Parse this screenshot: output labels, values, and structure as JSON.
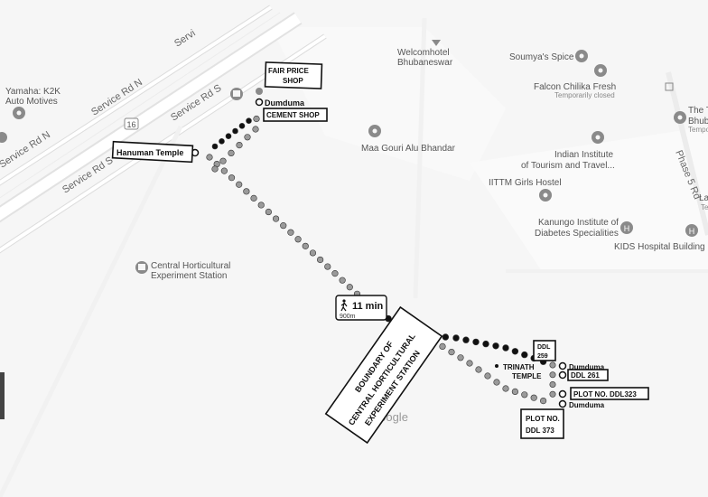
{
  "roads": {
    "service_rd_n_1": "Service Rd N",
    "service_rd_n_2": "Service Rd N",
    "service_rd_s_1": "Service Rd S",
    "service_rd_s_2": "Service Rd S",
    "service_top": "Servi",
    "highway_shield": "16",
    "phase_5_rd": "Phase 5 Rd"
  },
  "pois": {
    "yamaha_line1": "Yamaha: K2K",
    "yamaha_line2": "Auto Motives",
    "welcomhotel_line1": "Welcomhotel",
    "welcomhotel_line2": "Bhubaneswar",
    "soumya_spice": "Soumya's Spice",
    "falcon": "Falcon Chilika Fresh",
    "falcon_status": "Temporarily closed",
    "maa_gouri": "Maa Gouri Alu Bhandar",
    "iitm_line1": "Indian Institute",
    "iitm_line2": "of Tourism and Travel...",
    "iittm_hostel": "IITTM Girls Hostel",
    "kanungo_line1": "Kanungo Institute of",
    "kanungo_line2": "Diabetes Specialities",
    "kids_hospital": "KIDS Hospital Building",
    "chs_line1": "Central Horticultural",
    "chs_line2": "Experiment Station",
    "right_edge_1": "The T",
    "right_edge_2": "Bhub",
    "right_edge_3": "Tempo",
    "right_edge_4": "La",
    "right_edge_5": "Te",
    "google_watermark": "Google"
  },
  "annotations": {
    "fair_price_line1": "FAIR PRICE",
    "fair_price_line2": "SHOP",
    "dumduma_top": "Dumduma",
    "cement_shop": "CEMENT SHOP",
    "hanuman_temple": "Hanuman Temple",
    "walk_time": "11 min",
    "walk_distance": "900m",
    "boundary_line1": "BOUNDARY OF",
    "boundary_line2": "CENTRAL HORTICULTURAL",
    "boundary_line3": "EXPERIMENT STATION",
    "ddl259_line1": "DDL",
    "ddl259_line2": "259",
    "trinath_line1": "TRINATH",
    "trinath_line2": "TEMPLE",
    "dumduma_mid": "Dumduma",
    "ddl261": "DDL 261",
    "plot_ddl323": "PLOT NO. DDL323",
    "dumduma_bottom": "Dumduma",
    "plot373_line1": "PLOT NO.",
    "plot373_line2": "DDL 373"
  },
  "colors": {
    "background": "#f6f6f6",
    "road": "#ffffff",
    "road_edge": "#d6d6d6",
    "route_dot": "#9a9a9a",
    "route_dot_dark": "#111111",
    "poi_icon": "#8a8a8a",
    "ink": "#111111"
  },
  "icons": {
    "walk": "pedestrian-icon",
    "poi": "map-pin-icon",
    "hospital": "hospital-pin-icon",
    "museum": "museum-pin-icon",
    "landmark": "landmark-pin-icon"
  }
}
